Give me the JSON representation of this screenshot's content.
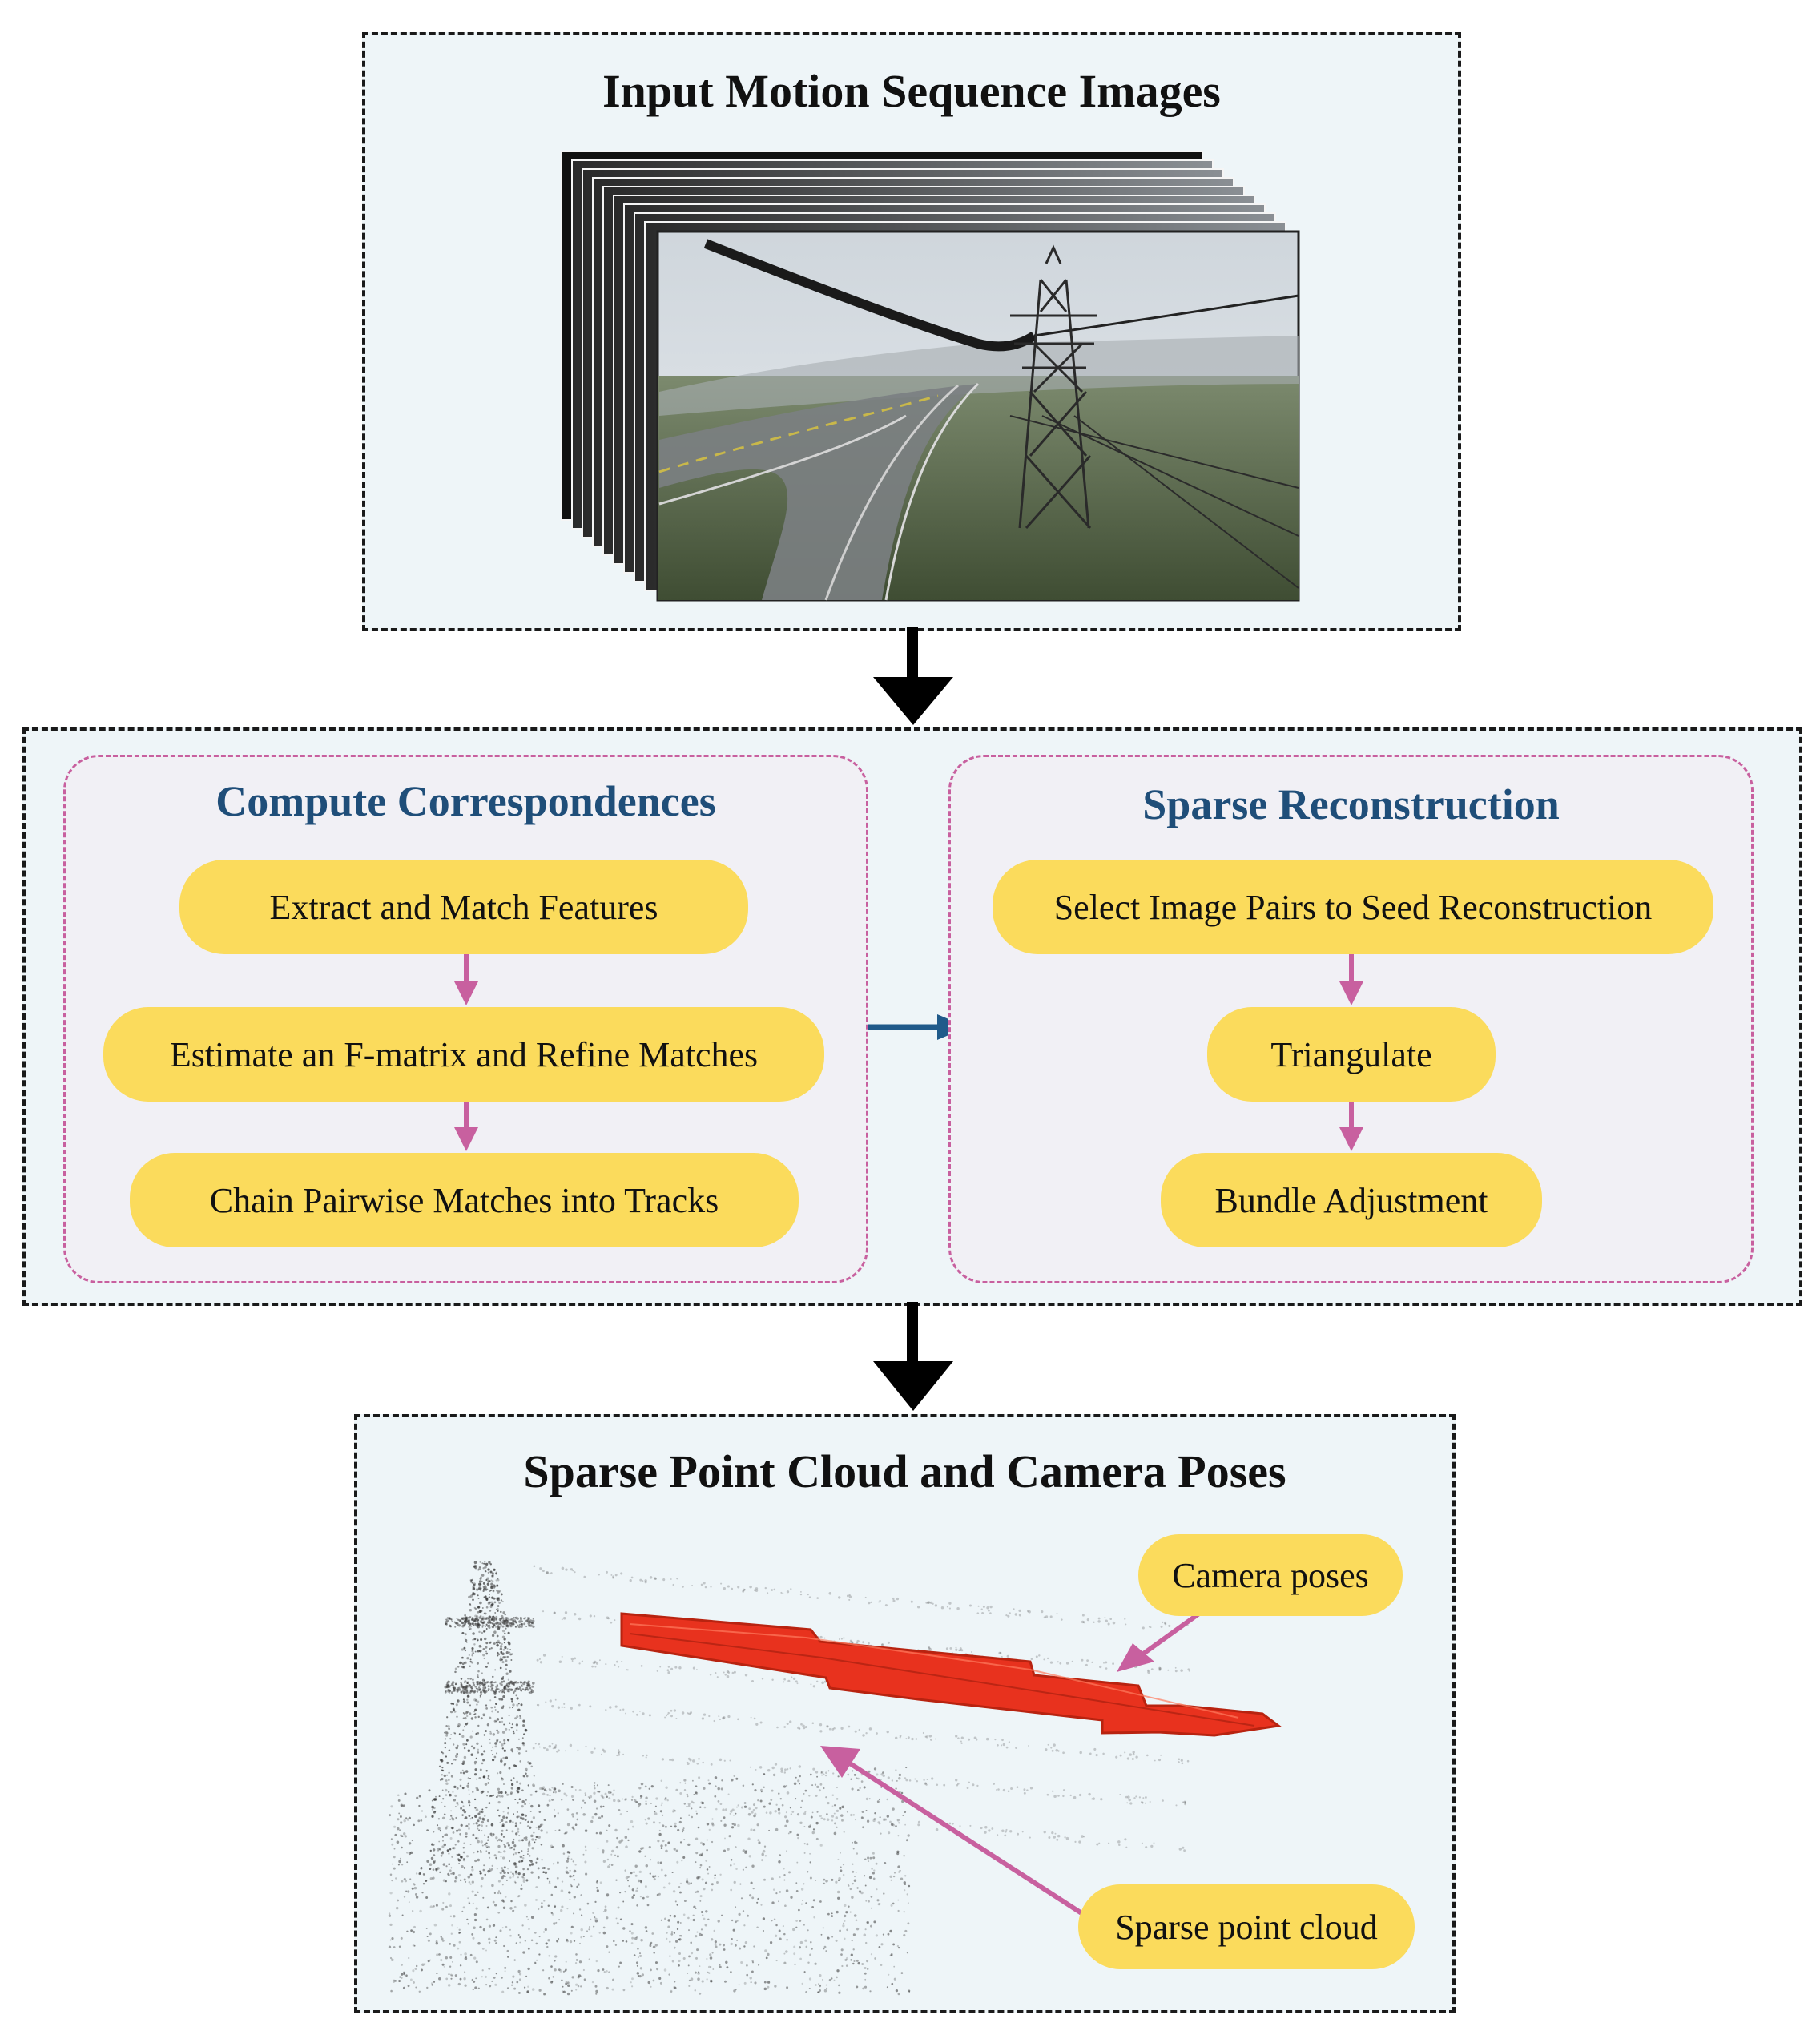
{
  "input_panel": {
    "title": "Input Motion Sequence Images"
  },
  "correspondences": {
    "title": "Compute Correspondences",
    "steps": [
      "Extract and Match Features",
      "Estimate an F-matrix and Refine Matches",
      "Chain Pairwise Matches into Tracks"
    ]
  },
  "reconstruction": {
    "title": "Sparse Reconstruction",
    "steps": [
      "Select Image Pairs to Seed Reconstruction",
      "Triangulate",
      "Bundle Adjustment"
    ]
  },
  "output_panel": {
    "title": "Sparse Point Cloud and Camera Poses",
    "camera_label": "Camera poses",
    "cloud_label": "Sparse point cloud"
  },
  "colors": {
    "panel_fill": "#eef5f8",
    "sub_fill": "#f1f0f5",
    "sub_border": "#c8609f",
    "pill_fill": "#fbdb5c",
    "subtitle": "#1f4e79",
    "camera_red": "#e8321e",
    "arrow_pink": "#c8609f",
    "arrow_blue": "#1f5a8a"
  }
}
